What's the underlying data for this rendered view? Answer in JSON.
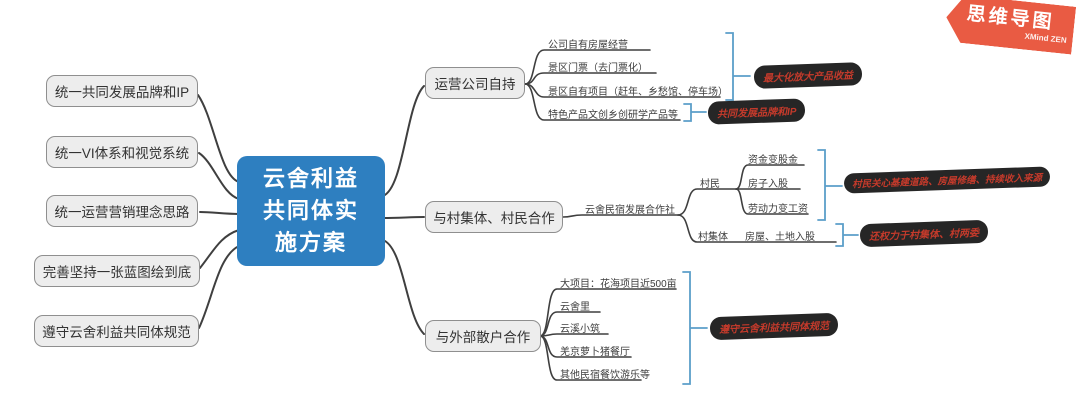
{
  "banner": {
    "title": "思维导图",
    "brand": "XMind ZEN"
  },
  "root": {
    "label": "云舍利益共同体实施方案"
  },
  "left_branches": [
    "统一共同发展品牌和IP",
    "统一VI体系和视觉系统",
    "统一运营营销理念思路",
    "完善坚持一张蓝图绘到底",
    "遵守云舍利益共同体规范"
  ],
  "right_branches": {
    "self_operate": {
      "label": "运营公司自持",
      "children": [
        "公司自有房屋经营",
        "景区门票（去门票化）",
        "景区自有项目（赶年、乡愁馆、停车场）",
        "特色产品文创乡创研学产品等"
      ],
      "summaries": [
        "最大化放大产品收益",
        "共同发展品牌和IP"
      ]
    },
    "village": {
      "label": "与村集体、村民合作",
      "coop": "云舍民宿发展合作社",
      "villagers": {
        "label": "村民",
        "children": [
          "资金变股金",
          "房子入股",
          "劳动力变工资"
        ],
        "summary": "村民关心基建道路、房屋修缮、持续收入来源"
      },
      "collective": {
        "label": "村集体",
        "children": [
          "房屋、土地入股"
        ],
        "summary": "还权力于村集体、村两委"
      }
    },
    "external": {
      "label": "与外部散户合作",
      "children": [
        "大项目：花海项目近500亩",
        "云舍里",
        "云溪小筑",
        "羌京萝卜猪餐厅",
        "其他民宿餐饮游乐等"
      ],
      "summary": "遵守云舍利益共同体规范"
    }
  },
  "colors": {
    "root_fill": "#2e7fc0",
    "branch_fill": "#ededed",
    "branch_border": "#8f8f8f",
    "line": "#3f3f3f",
    "summary_line": "#5b9ec9",
    "callout_bg": "#262626",
    "callout_text": "#c43a2b",
    "banner_bg": "#e95b43"
  }
}
